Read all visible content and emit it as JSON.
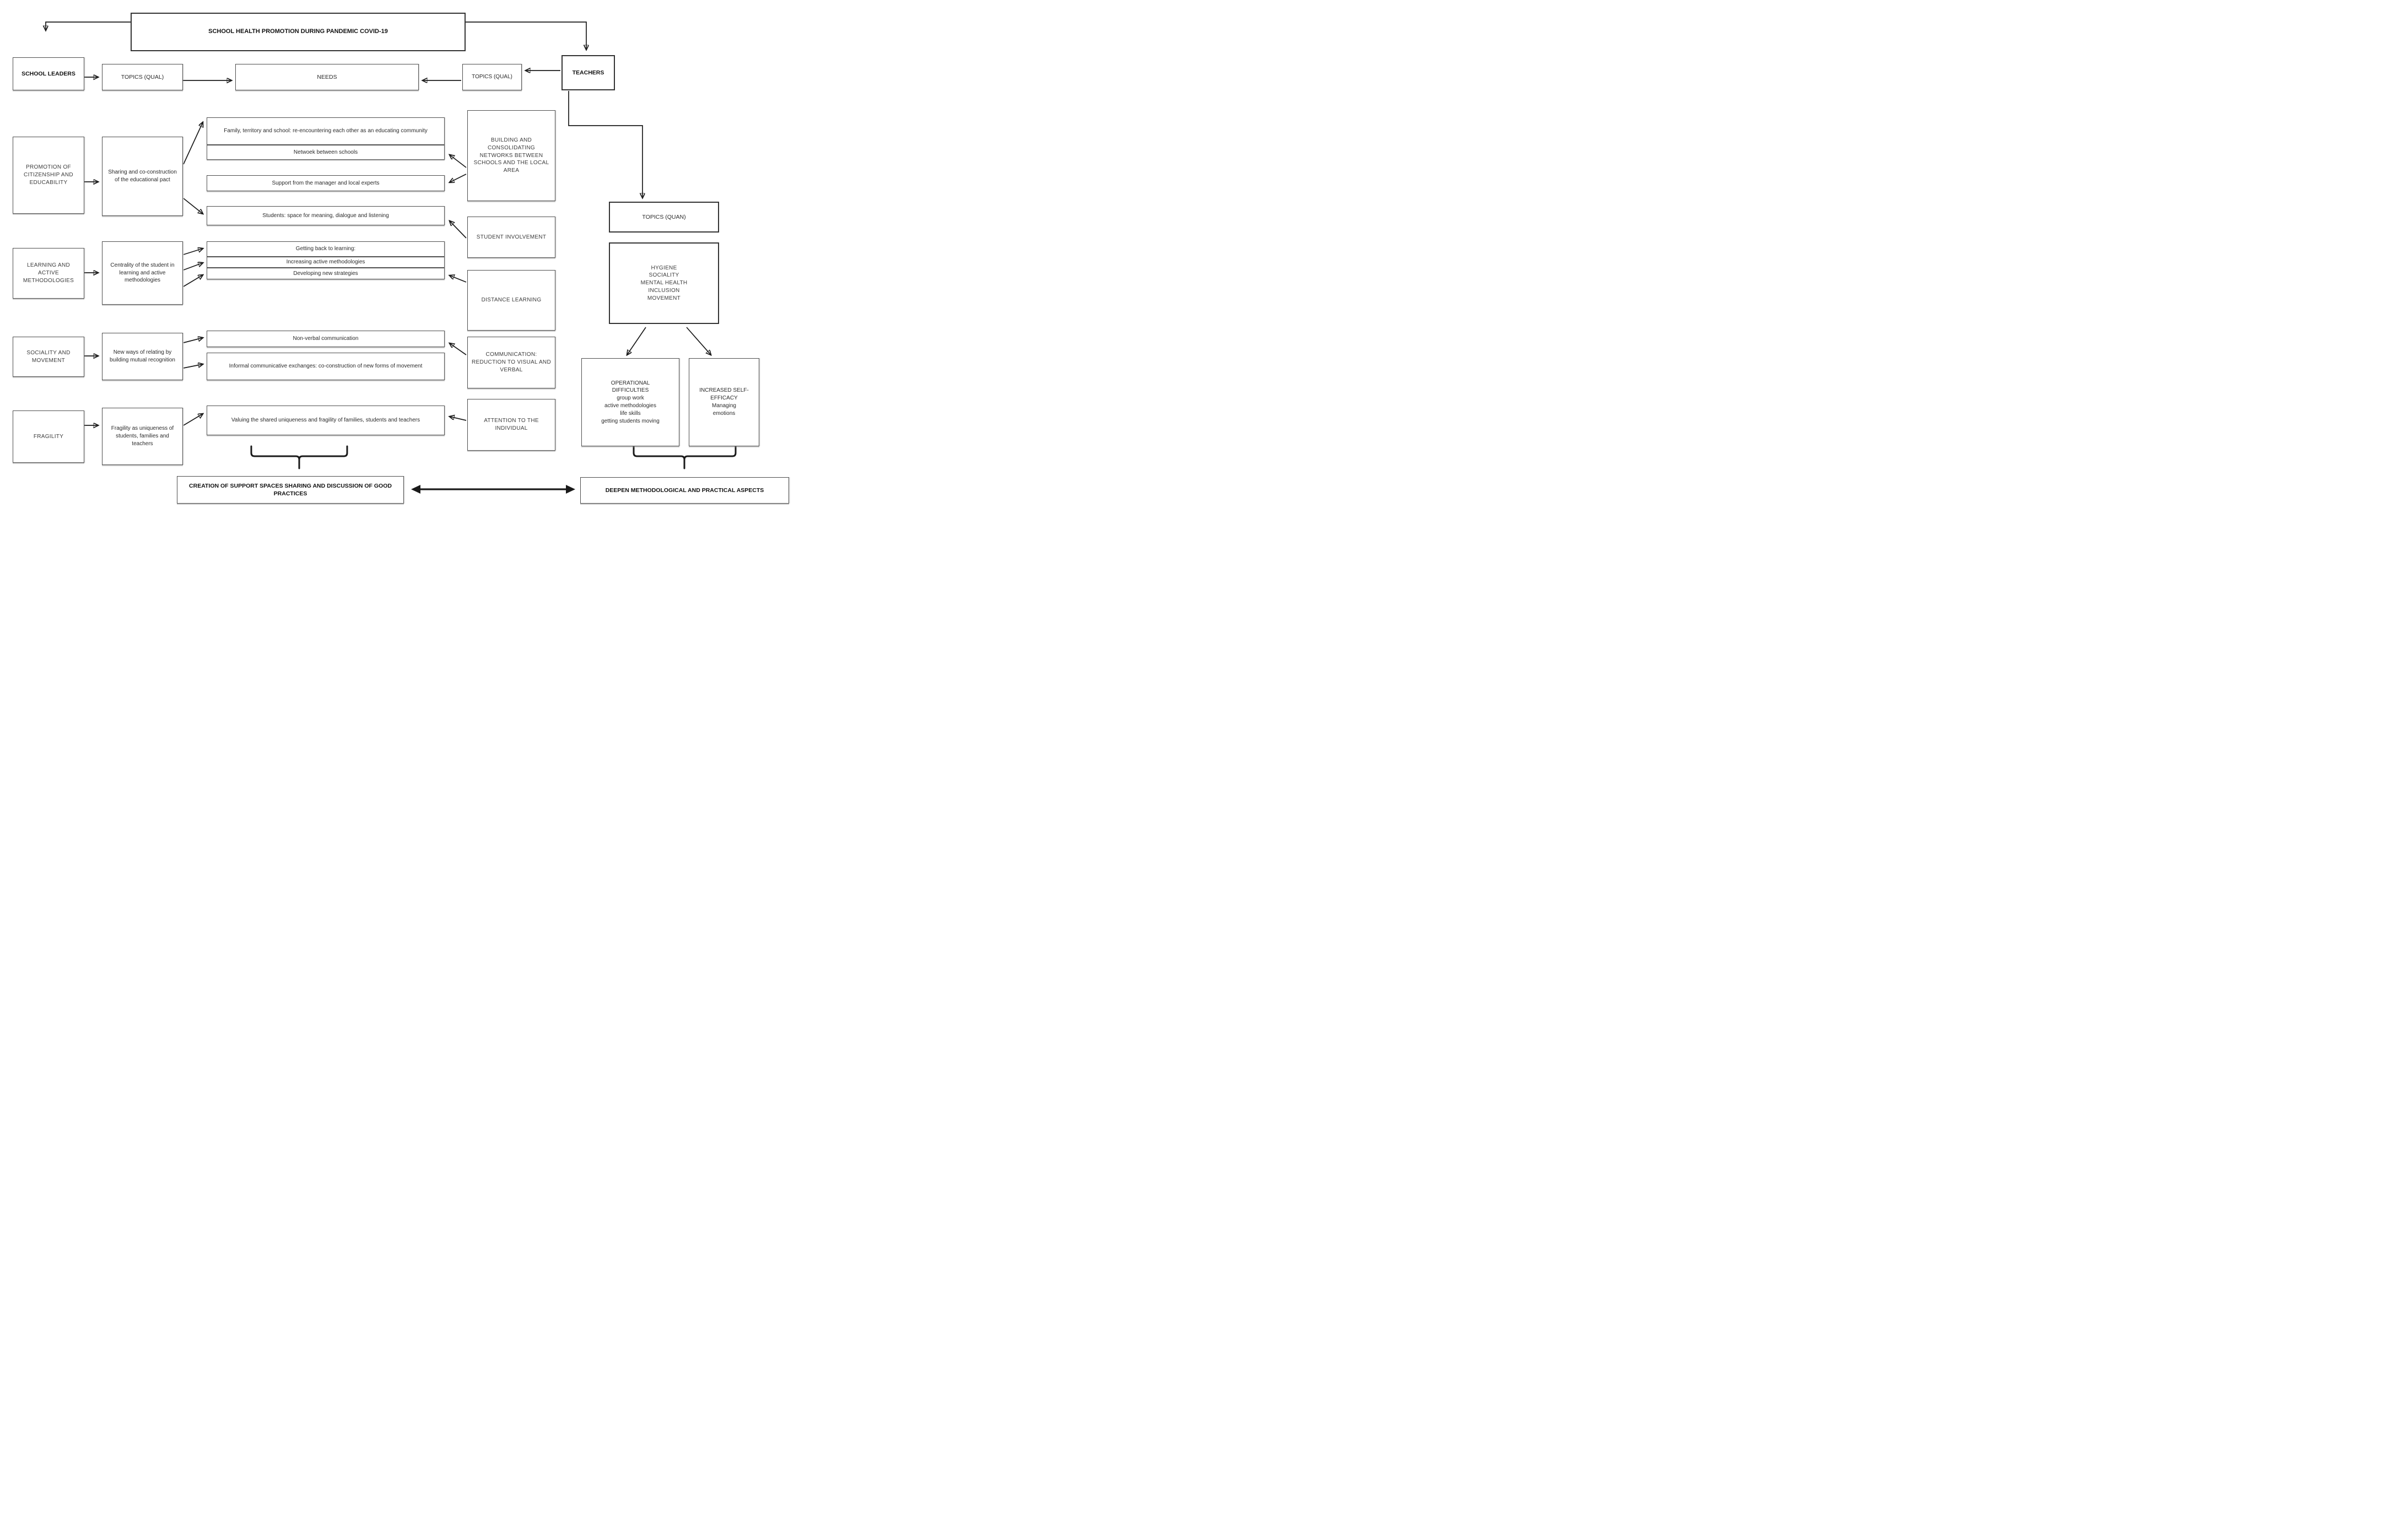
{
  "title": "SCHOOL HEALTH PROMOTION DURING PANDEMIC COVID-19",
  "actors": {
    "school_leaders": "SCHOOL LEADERS",
    "teachers": "TEACHERS"
  },
  "topics": {
    "qual_left": "TOPICS (QUAL)",
    "needs": "NEEDS",
    "qual_right": "TOPICS (QUAL)",
    "quan": "TOPICS (QUAN)"
  },
  "qual_rows": [
    {
      "category": "PROMOTION OF CITIZENSHIP AND EDUCABILITY",
      "theme": "Sharing and co-construction of the educational pact"
    },
    {
      "category": "LEARNING AND ACTIVE METHODOLOGIES",
      "theme": "Centrality of the student in learning and active methodologies"
    },
    {
      "category": "SOCIALITY AND MOVEMENT",
      "theme": "New ways of relating by building mutual recognition"
    },
    {
      "category": "FRAGILITY",
      "theme": "Fragility as uniqueness of students, families and teachers"
    }
  ],
  "needs_boxes": {
    "family": "Family, territory and school: re-encountering each other as an educating community",
    "network": "Netwoek between schools",
    "support": "Support from the manager and local experts",
    "students": "Students: space for meaning, dialogue and listening",
    "getting": "Getting back to learning:",
    "increasing": "Increasing active methodologies",
    "developing": "Developing new strategies",
    "nonverbal": "Non-verbal communication",
    "informal": "Informal communicative exchanges: co-construction of new forms of movement",
    "valuing": "Valuing the shared uniqueness and fragility of families, students and teachers"
  },
  "needs_labels": {
    "building": "BUILDING AND CONSOLIDATING NETWORKS BETWEEN SCHOOLS AND THE LOCAL AREA",
    "student_involvement": "STUDENT INVOLVEMENT",
    "distance": "DISTANCE LEARNING",
    "communication": "COMMUNICATION: REDUCTION TO VISUAL AND VERBAL",
    "attention": "ATTENTION TO THE INDIVIDUAL"
  },
  "quan_column": {
    "topics_list": "HYGIENE\nSOCIALITY\nMENTAL HEALTH\nINCLUSION\nMOVEMENT",
    "operational": "OPERATIONAL\nDIFFICULTIES\ngroup work\nactive methodologies\nlife skills\ngetting students moving",
    "increased": "INCREASED SELF-\nEFFICACY\nManaging\nemotions"
  },
  "outcomes": {
    "left": "CREATION OF SUPPORT SPACES SHARING AND DISCUSSION OF GOOD PRACTICES",
    "right": "DEEPEN METHODOLOGICAL AND PRACTICAL ASPECTS"
  }
}
